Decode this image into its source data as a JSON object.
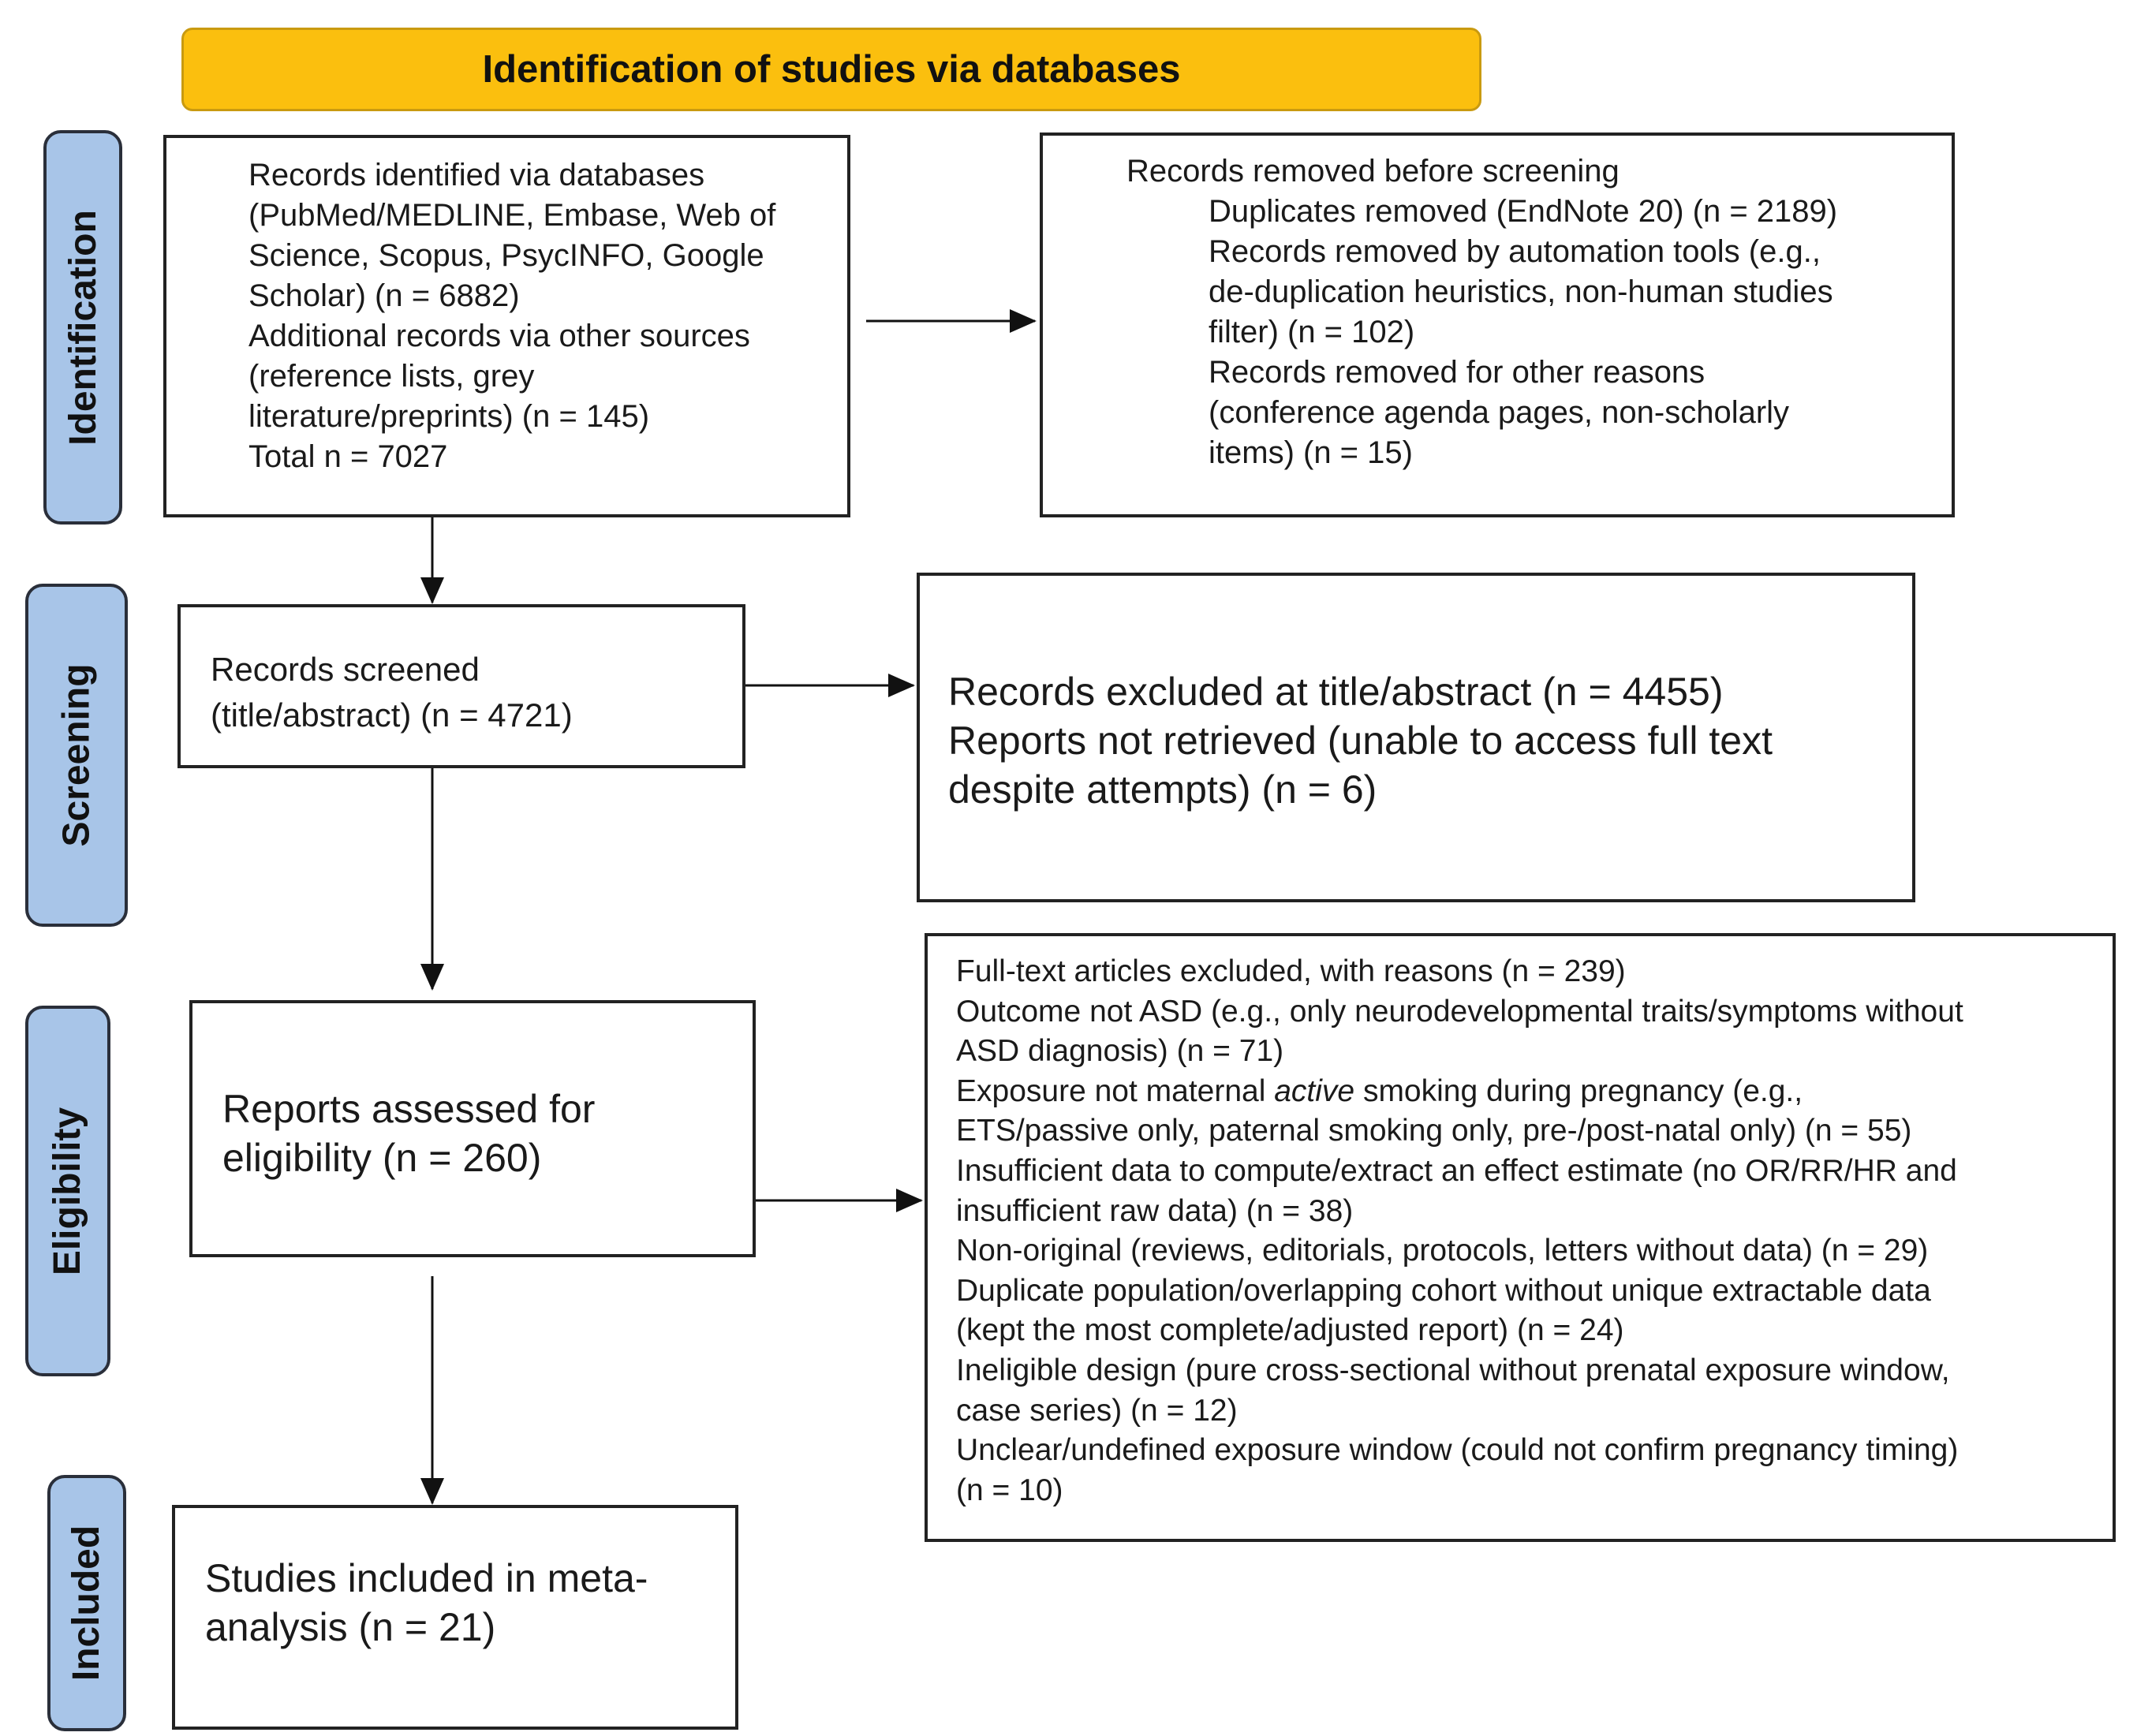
{
  "header": "Identification of studies via databases",
  "phases": [
    "Identification",
    "Screening",
    "Eligibility",
    "Included"
  ],
  "boxes": {
    "records_identified": [
      "Records identified via databases",
      "(PubMed/MEDLINE, Embase, Web of",
      "Science, Scopus, PsycINFO, Google",
      "Scholar) (n = 6882)",
      "Additional records via other sources",
      "(reference lists, grey",
      "literature/preprints) (n = 145)",
      "Total n = 7027"
    ],
    "removed_before_screening": {
      "title": "Records removed before screening",
      "lines": [
        "Duplicates removed (EndNote 20) (n =  2189)",
        "Records removed by automation tools (e.g.,",
        "de-duplication heuristics, non-human studies",
        "filter) (n = 102)",
        "Records removed for other reasons",
        "(conference agenda pages, non-scholarly",
        "items) (n = 15)"
      ]
    },
    "records_screened": [
      "Records screened",
      "(title/abstract) (n = 4721)"
    ],
    "records_excluded": [
      "Records excluded at title/abstract (n = 4455)",
      "Reports not retrieved (unable to access full text",
      "despite attempts) (n = 6)"
    ],
    "reports_assessed": [
      "Reports assessed for",
      "eligibility (n = 260)"
    ],
    "fulltext_excluded": {
      "l0": "Full-text articles excluded, with reasons (n = 239)",
      "l1": "Outcome not ASD (e.g., only neurodevelopmental traits/symptoms without",
      "l2": "ASD diagnosis) (n = 71)",
      "l3_pre": "Exposure not maternal ",
      "l3_em": "active",
      "l3_post": " smoking during pregnancy (e.g.,",
      "l4": "ETS/passive only, paternal smoking only, pre-/post-natal only) (n = 55)",
      "l5": "Insufficient data to compute/extract an effect estimate (no OR/RR/HR and",
      "l6": "insufficient raw data) (n = 38)",
      "l7": "Non-original (reviews, editorials, protocols, letters without data) (n = 29)",
      "l8": "Duplicate population/overlapping cohort without unique extractable data",
      "l9": "(kept the most complete/adjusted report) (n = 24)",
      "l10": "Ineligible design (pure cross-sectional without prenatal exposure window,",
      "l11": "case series) (n = 12)",
      "l12": "Unclear/undefined exposure window (could not confirm pregnancy timing)",
      "l13": "(n = 10)"
    },
    "studies_included": [
      "Studies included in meta-",
      "analysis (n = 21)"
    ]
  },
  "colors": {
    "header_fill": "#fbbf0e",
    "phase_fill": "#a8c5e8",
    "border": "#222222"
  }
}
